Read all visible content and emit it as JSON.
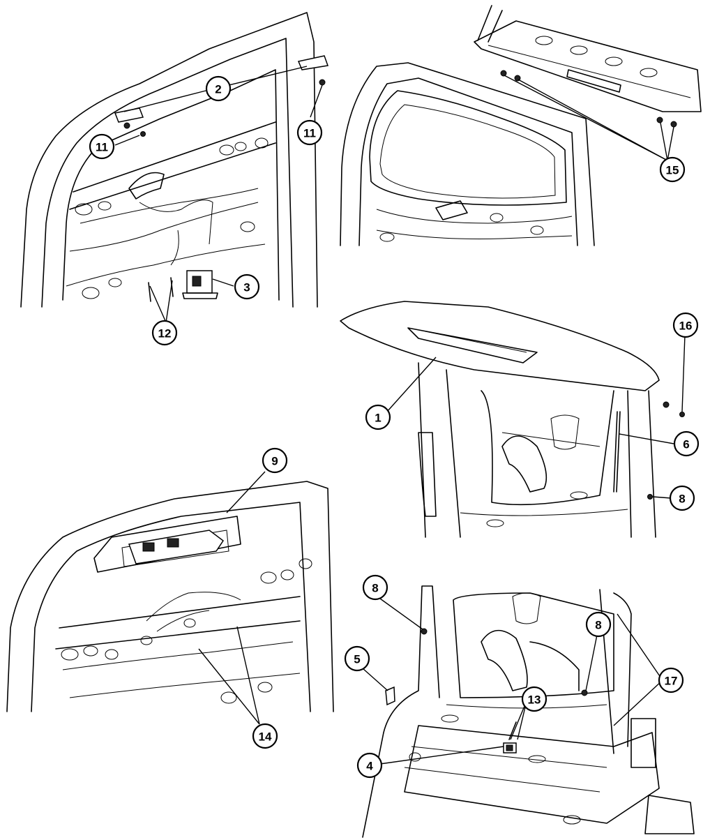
{
  "callouts": {
    "c1": "1",
    "c2": "2",
    "c3": "3",
    "c4": "4",
    "c5": "5",
    "c6": "6",
    "c8a": "8",
    "c8b": "8",
    "c8c": "8",
    "c9": "9",
    "c11a": "11",
    "c11b": "11",
    "c12": "12",
    "c13": "13",
    "c14": "14",
    "c15": "15",
    "c16": "16",
    "c17": "17"
  }
}
